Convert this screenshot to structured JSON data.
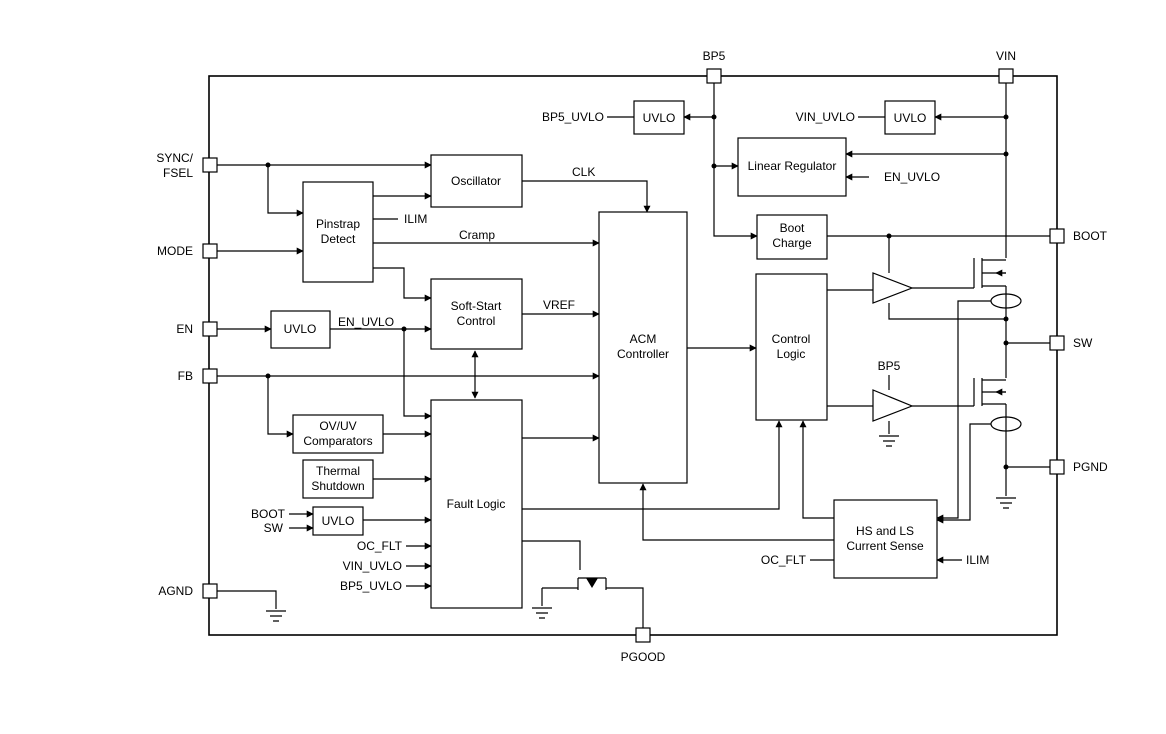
{
  "pins": {
    "bp5": "BP5",
    "vin": "VIN",
    "sync": "SYNC/",
    "fsel": "FSEL",
    "mode": "MODE",
    "en": "EN",
    "fb": "FB",
    "agnd": "AGND",
    "boot": "BOOT",
    "sw": "SW",
    "pgnd": "PGND",
    "pgood": "PGOOD"
  },
  "blocks": {
    "oscillator": "Oscillator",
    "pinstrap_1": "Pinstrap",
    "pinstrap_2": "Detect",
    "softstart_1": "Soft-Start",
    "softstart_2": "Control",
    "acm_1": "ACM",
    "acm_2": "Controller",
    "fault": "Fault Logic",
    "control_1": "Control",
    "control_2": "Logic",
    "linreg": "Linear Regulator",
    "bootcharge_1": "Boot",
    "bootcharge_2": "Charge",
    "current_1": "HS and LS",
    "current_2": "Current Sense",
    "ovuv_1": "OV/UV",
    "ovuv_2": "Comparators",
    "thermal_1": "Thermal",
    "thermal_2": "Shutdown",
    "uvlo": "UVLO"
  },
  "signals": {
    "bp5_uvlo": "BP5_UVLO",
    "vin_uvlo": "VIN_UVLO",
    "en_uvlo": "EN_UVLO",
    "clk": "CLK",
    "cramp": "Cramp",
    "vref": "VREF",
    "ilim": "ILIM",
    "boot": "BOOT",
    "sw": "SW",
    "oc_flt": "OC_FLT",
    "bp5": "BP5"
  }
}
